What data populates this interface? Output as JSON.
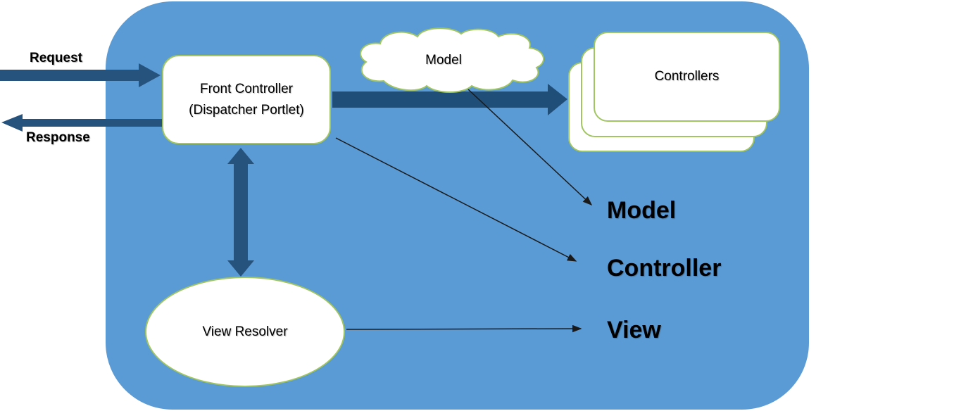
{
  "diagram": {
    "colors": {
      "container_fill": "#5b9bd5",
      "block_arrow": "#26537d",
      "shape_border": "#a0c562",
      "shape_fill": "#ffffff",
      "thin_arrow": "#1a1a1a",
      "text": "#000000"
    },
    "labels": {
      "request": "Request",
      "response": "Response"
    },
    "nodes": {
      "front_controller_line1": "Front Controller",
      "front_controller_line2": "(Dispatcher Portlet)",
      "model_cloud": "Model",
      "controllers": "Controllers",
      "view_resolver": "View Resolver"
    },
    "mvc_labels": {
      "model": "Model",
      "controller": "Controller",
      "view": "View"
    }
  }
}
